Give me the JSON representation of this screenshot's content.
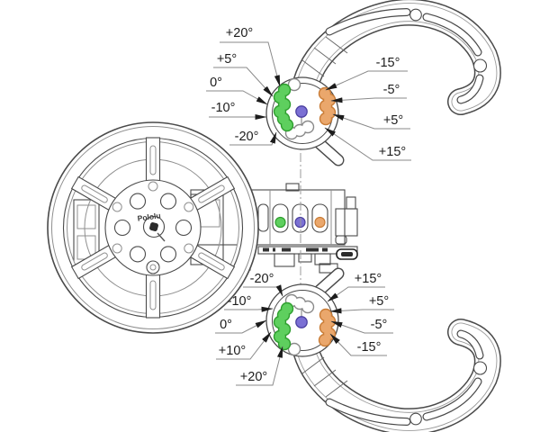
{
  "diagram": {
    "type": "technical-line-drawing",
    "subject": "Robot wheel with adjustable curved bumper arms and angle mounting positions",
    "wheel_brand_text": "Pololu"
  },
  "labels": {
    "top_left": [
      "+20°",
      "+5°",
      "0°",
      "-10°",
      "-20°"
    ],
    "top_right": [
      "-15°",
      "-5°",
      "+5°",
      "+15°"
    ],
    "bottom_left": [
      "-20°",
      "-10°",
      "0°",
      "+10°",
      "+20°"
    ],
    "bottom_right": [
      "+15°",
      "+5°",
      "-5°",
      "-15°"
    ]
  },
  "markers": {
    "green_fill": "#5ecf5e",
    "green_border": "#2e9e2e",
    "orange_fill": "#eaa76c",
    "orange_border": "#c97c36",
    "blue_fill": "#7b70d4",
    "blue_border": "#4a3fa0",
    "white_fill": "#ffffff",
    "white_border": "#8a8a8a"
  }
}
